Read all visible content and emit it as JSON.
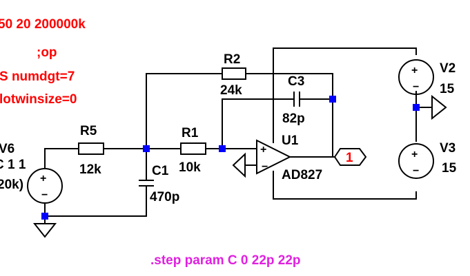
{
  "directives": {
    "tran": "50 20 200000k",
    "op": ";op",
    "options_numdgt": "S numdgt=7",
    "options_plotwinsize": "lotwinsize=0",
    "step": ".step param C 0 22p 22p"
  },
  "components": {
    "r2": {
      "name": "R2",
      "value": "24k"
    },
    "c3": {
      "name": "C3",
      "value": "82p"
    },
    "r5": {
      "name": "R5",
      "value": "12k"
    },
    "r1": {
      "name": "R1",
      "value": "10k"
    },
    "c1": {
      "name": "C1",
      "value": "470p"
    },
    "u1": {
      "name": "U1",
      "value": "AD827"
    },
    "v6": {
      "name": "V6",
      "value_line1": "C 1 1",
      "value_line2": "20k)"
    },
    "v2": {
      "name": "V2",
      "value": "15"
    },
    "v3": {
      "name": "V3",
      "value": "15"
    }
  },
  "net_label": "1",
  "colors": {
    "wire": "#000000",
    "node": "#0000ff",
    "directive_red": "#ff0000",
    "directive_magenta": "#e020e0",
    "net_label_text": "#ff0000"
  }
}
